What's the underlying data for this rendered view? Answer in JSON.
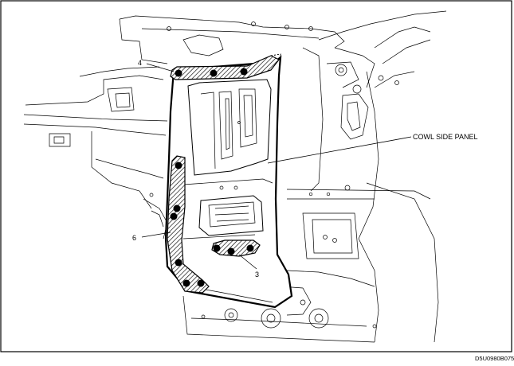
{
  "labels": {
    "cowl_side_panel": "COWL SIDE PANEL",
    "callout_4": "4",
    "callout_6": "6",
    "callout_3": "3"
  },
  "figure_code": "D5U0980B075"
}
